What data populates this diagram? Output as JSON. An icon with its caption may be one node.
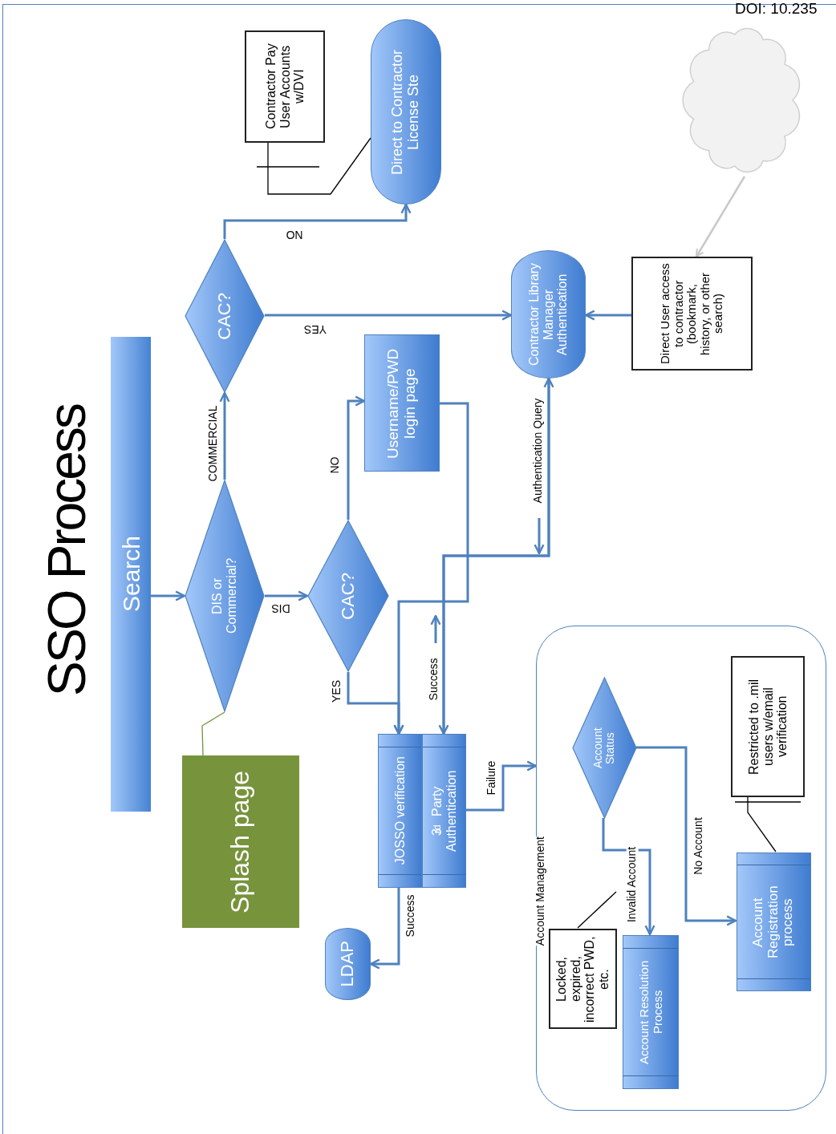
{
  "diagram": {
    "title": "SSO Process",
    "nodes": [
      {
        "text": [
          "Search"
        ]
      },
      {
        "text": [
          "Splash page"
        ]
      },
      {
        "text": [
          "DIS or Commercial?"
        ]
      },
      {
        "text": [
          "CAC?"
        ]
      },
      {
        "text": [
          "CAC?"
        ]
      },
      {
        "text": [
          "Contractor Pay User Accounts w/DVI"
        ]
      },
      {
        "text": [
          "Direct to Contractor License Ste"
        ]
      },
      {
        "text": [
          "Username/PWD login page"
        ]
      },
      {
        "text": [
          "Contractor Library Manager Authentication"
        ]
      },
      {
        "text": [
          "Direct User access to contractor (bookmark, history, or other search)"
        ]
      },
      {
        "text": [],
        "shape": "cloud"
      },
      {
        "text": [
          "JOSSO verification"
        ]
      },
      {
        "text": [
          "3$^{rd}$ Party Authentication"
        ]
      },
      {
        "text": [
          "LDAP"
        ]
      },
      {
        "text": [
          "Account Management"
        ]
      },
      {
        "text": [
          "Account Status"
        ],
        "in": 14
      },
      {
        "text": [
          "Restricted to .mil users w/email verification"
        ],
        "in": 14
      },
      {
        "text": [
          "Account Registration process"
        ],
        "in": 14
      },
      {
        "text": [
          "Locked, expired, incorrect PWD, etc."
        ],
        "in": 14
      },
      {
        "text": [
          "Account Resolution Process"
        ],
        "in": 14
      }
    ],
    "edges": [
      {
        "from": 0,
        "to": 2,
        "arrow": "to"
      },
      {
        "from": 2,
        "to": 3,
        "arrow": "to",
        "label": "COMMERCIAL"
      },
      {
        "from": 2,
        "to": 4,
        "arrow": "to",
        "label": "DIS"
      },
      {
        "from": 3,
        "to": 6,
        "arrow": "to",
        "label": "NO"
      },
      {
        "from": 3,
        "to": 8,
        "arrow": "to",
        "label": "YES"
      },
      {
        "from": 4,
        "to": 7,
        "arrow": "to",
        "label": "NO"
      },
      {
        "from": 4,
        "to": 11,
        "arrow": "to",
        "label": "YES"
      },
      {
        "from": 7,
        "to": 11,
        "arrow": "to"
      },
      {
        "from": 8,
        "to": 12,
        "arrow": "to",
        "label": "Authentication Query"
      },
      {
        "from": 12,
        "to": 8,
        "arrow": "to",
        "label": "Success"
      },
      {
        "from": 11,
        "to": 13,
        "arrow": "to",
        "label": "Success"
      },
      {
        "from": 12,
        "to": 14,
        "arrow": "to",
        "label": "Failure"
      },
      {
        "from": 15,
        "to": 19,
        "arrow": "to",
        "label": "Invalid Account"
      },
      {
        "from": 15,
        "to": 17,
        "arrow": "to",
        "label": "No Account"
      },
      {
        "from": 9,
        "to": 8,
        "arrow": "to"
      },
      {
        "from": 10,
        "to": 9,
        "arrow": "to",
        "color": "#c8c8c8"
      },
      {
        "from": 5,
        "to": 6,
        "arrow": "none",
        "color": "#000000"
      },
      {
        "from": 16,
        "to": 17,
        "arrow": "none",
        "color": "#000000"
      },
      {
        "from": 1,
        "to": 2,
        "arrow": "none",
        "color": "#77933c"
      },
      {
        "from": 18,
        "to": null,
        "arrow": "none",
        "color": "#000000"
      }
    ],
    "labels": [
      "DOI: 10.235"
    ]
  }
}
